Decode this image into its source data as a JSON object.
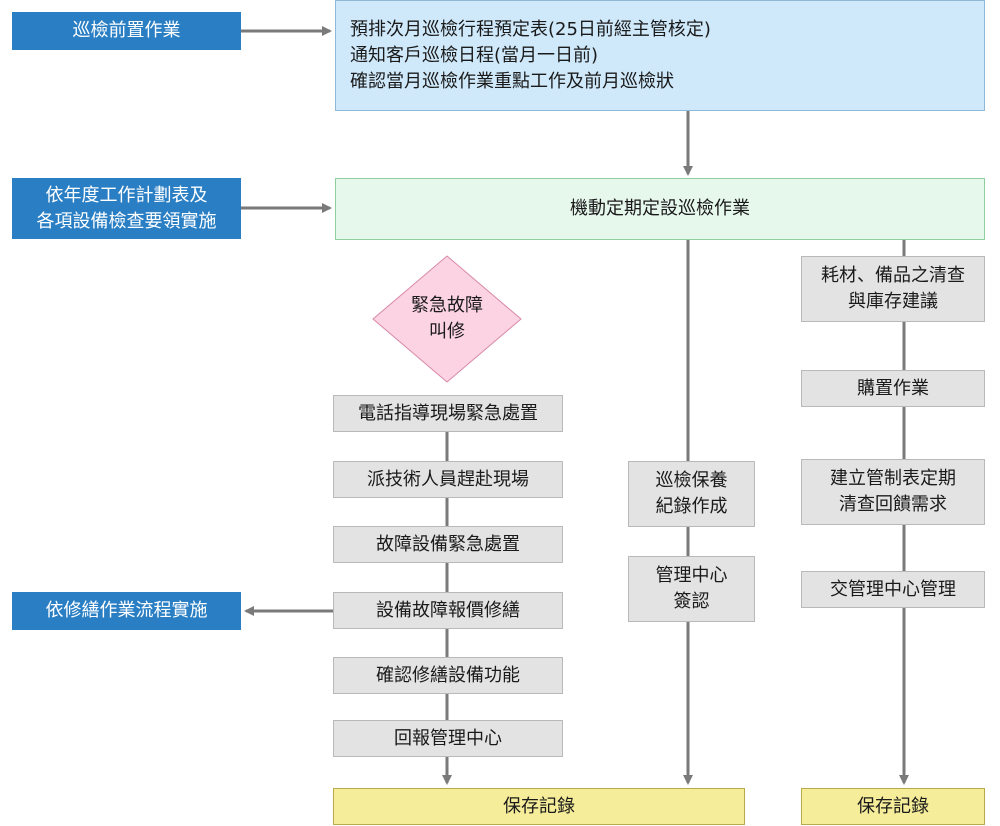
{
  "left_labels": {
    "pre_work": "巡檢前置作業",
    "annual_plan": [
      "依年度工作計劃表及",
      "各項設備檢查要領實施"
    ],
    "repair_flow": "依修繕作業流程實施"
  },
  "prep_box": [
    "預排次月巡檢行程預定表(25日前經主管核定)",
    "通知客戶巡檢日程(當月一日前)",
    "確認當月巡檢作業重點工作及前月巡檢狀"
  ],
  "main_task": "機動定期定設巡檢作業",
  "emergency": [
    "緊急故障",
    "叫修"
  ],
  "emergency_steps": [
    "電話指導現場緊急處置",
    "派技術人員趕赴現場",
    "故障設備緊急處置",
    "設備故障報價修繕",
    "確認修繕設備功能",
    "回報管理中心"
  ],
  "middle_steps": [
    [
      "巡檢保養",
      "紀錄作成"
    ],
    [
      "管理中心",
      "簽認"
    ]
  ],
  "right_steps": [
    [
      "耗材、備品之清查",
      "與庫存建議"
    ],
    [
      "購置作業"
    ],
    [
      "建立管制表定期",
      "清查回饋需求"
    ],
    [
      "交管理中心管理"
    ]
  ],
  "save_record": "保存記錄",
  "save_record_right": "保存記錄",
  "colors": {
    "blue": "#2a7fc4",
    "prep": "#cfe9fb",
    "main": "#e6f7ec",
    "step": "#e3e3e3",
    "save": "#f6ed9a",
    "diamond": "#fbd3e3",
    "arrow": "#7a7a7a"
  }
}
